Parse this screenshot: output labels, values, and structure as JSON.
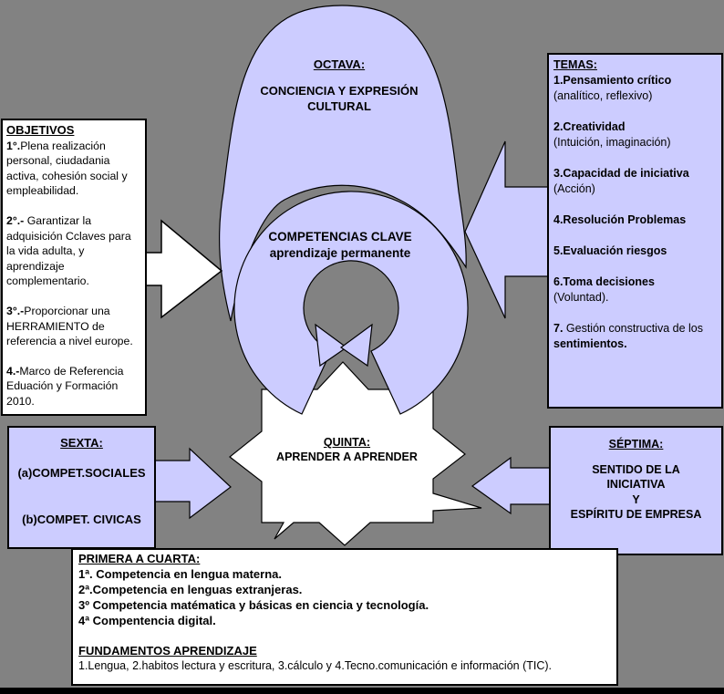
{
  "colors": {
    "background": "#828282",
    "shape_fill": "#ccccff",
    "shape_outline": "#000000",
    "white_fill": "#ffffff",
    "text": "#000000",
    "bottom_bar": "#000000"
  },
  "arch": {
    "title": "OCTAVA:",
    "line1": "CONCIENCIA Y EXPRESIÓN",
    "line2": "CULTURAL"
  },
  "ring": {
    "line1": "COMPETENCIAS CLAVE",
    "line2": "aprendizaje permanente"
  },
  "objetivos": {
    "title": "OBJETIVOS",
    "items": [
      {
        "num": "1°.",
        "text": "Plena realización personal, ciudadania activa, cohesión social y empleabilidad."
      },
      {
        "num": "2°.-",
        "text": " Garantizar la adquisición Cclaves para la vida adulta, y aprendizaje complementario."
      },
      {
        "num": "3°.-",
        "text": "Proporcionar una HERRAMIENTO de referencia a nivel europe."
      },
      {
        "num": "4.-",
        "text": "Marco de Referencia Eduación y Formación 2010."
      }
    ]
  },
  "temas": {
    "title": "TEMAS:",
    "items": [
      {
        "title": "1.Pensamiento crítico",
        "sub": "(analítico, reflexivo)"
      },
      {
        "title": "2.Creatividad",
        "sub": "(Intuición, imaginación)"
      },
      {
        "title": "3.Capacidad de iniciativa",
        "sub": "(Acción)"
      },
      {
        "title": "4.Resolución Problemas",
        "sub": ""
      },
      {
        "title": "5.Evaluación riesgos",
        "sub": ""
      },
      {
        "title": "6.Toma decisiones",
        "sub": "(Voluntad)."
      }
    ],
    "item7": {
      "num": "7.",
      "mid": " Gestión constructiva de los ",
      "bold_end": "sentimientos."
    }
  },
  "quinta": {
    "title": "QUINTA:",
    "line": "APRENDER A APRENDER"
  },
  "sexta": {
    "title": "SEXTA:",
    "item_a": "(a)COMPET.SOCIALES",
    "item_b": "(b)COMPET. CIVICAS"
  },
  "septima": {
    "title": "SÉPTIMA:",
    "line1": "SENTIDO DE LA",
    "line2": "INICIATIVA",
    "line3": "Y",
    "line4": "ESPÍRITU DE EMPRESA"
  },
  "primera": {
    "title": "PRIMERA A CUARTA:",
    "items": [
      "1ª. Competencia en lengua materna.",
      "2ª.Competencia en lenguas extranjeras.",
      "3º Competencia matématica y básicas en ciencia y tecnología.",
      "4ª Compentencia digital."
    ],
    "fund_title": "FUNDAMENTOS APRENDIZAJE",
    "fund_line": "1.Lengua, 2.habitos lectura y escritura, 3.cálculo y 4.Tecno.comunicación e información (TIC)."
  }
}
